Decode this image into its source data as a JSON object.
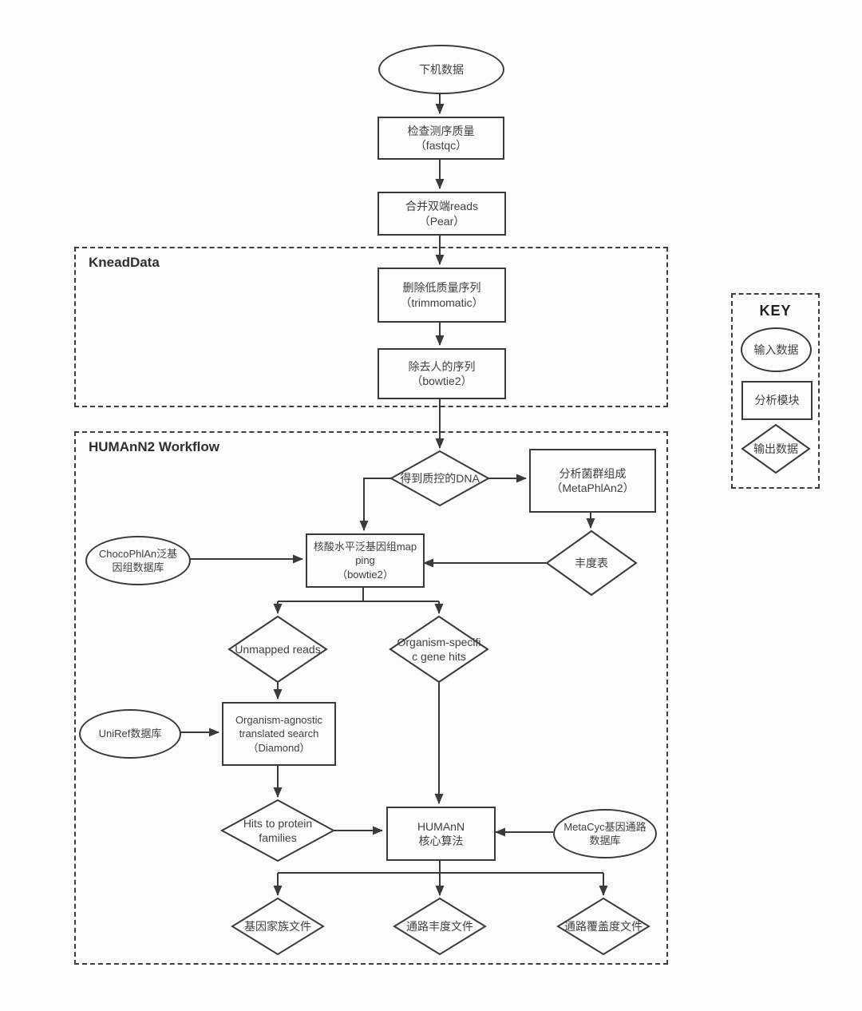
{
  "diagram": {
    "background_color": "#fcfcfc",
    "stroke_color": "#3a3a3a",
    "text_color": "#3f3f3f",
    "groups": {
      "kneaddata": {
        "label": "KneadData"
      },
      "humann2": {
        "label": "HUMAnN2 Workflow"
      }
    },
    "nodes": {
      "raw_data": {
        "shape": "ellipse",
        "role": "input-data",
        "label": "下机数据"
      },
      "fastqc": {
        "shape": "rect",
        "role": "analysis-module",
        "label": "检查测序质量\n（fastqc）"
      },
      "pear": {
        "shape": "rect",
        "role": "analysis-module",
        "label": "合并双端reads\n（Pear）"
      },
      "trimmomatic": {
        "shape": "rect",
        "role": "analysis-module",
        "label": "删除低质量序列\n（trimmomatic）"
      },
      "bowtie2": {
        "shape": "rect",
        "role": "analysis-module",
        "label": "除去人的序列\n（bowtie2）"
      },
      "qc_dna": {
        "shape": "diamond",
        "role": "output-data",
        "label": "得到质控的DNA"
      },
      "metaphlan2": {
        "shape": "rect",
        "role": "analysis-module",
        "label": "分析菌群组成\n（MetaPhlAn2）"
      },
      "abundance_table": {
        "shape": "diamond",
        "role": "output-data",
        "label": "丰度表"
      },
      "chocophlan": {
        "shape": "ellipse",
        "role": "input-data",
        "label": "ChocoPhlAn泛基\n因组数据库"
      },
      "mapping": {
        "shape": "rect",
        "role": "analysis-module",
        "label": "核酸水平泛基因组map\nping\n（bowtie2）"
      },
      "unmapped": {
        "shape": "diamond",
        "role": "output-data",
        "label": "Unmapped reads"
      },
      "org_specific": {
        "shape": "diamond",
        "role": "output-data",
        "label": "Organism-specifi\nc gene hits"
      },
      "uniref": {
        "shape": "ellipse",
        "role": "input-data",
        "label": "UniRef数据库"
      },
      "diamond_search": {
        "shape": "rect",
        "role": "analysis-module",
        "label": "Organism-agnostic\ntranslated search\n（Diamond）"
      },
      "hits_protein": {
        "shape": "diamond",
        "role": "output-data",
        "label": "Hits to protein\nfamilies"
      },
      "humann_core": {
        "shape": "rect",
        "role": "analysis-module",
        "label": "HUMAnN\n核心算法"
      },
      "metacyc": {
        "shape": "ellipse",
        "role": "input-data",
        "label": "MetaCyc基因通路\n数据库"
      },
      "gene_family": {
        "shape": "diamond",
        "role": "output-data",
        "label": "基因家族文件"
      },
      "pathway_abundance": {
        "shape": "diamond",
        "role": "output-data",
        "label": "通路丰度文件"
      },
      "pathway_coverage": {
        "shape": "diamond",
        "role": "output-data",
        "label": "通路覆盖度文件"
      }
    },
    "edges": [
      {
        "from": "raw_data",
        "to": "fastqc"
      },
      {
        "from": "fastqc",
        "to": "pear"
      },
      {
        "from": "pear",
        "to": "trimmomatic"
      },
      {
        "from": "trimmomatic",
        "to": "bowtie2"
      },
      {
        "from": "bowtie2",
        "to": "qc_dna"
      },
      {
        "from": "qc_dna",
        "to": "metaphlan2"
      },
      {
        "from": "qc_dna",
        "to": "mapping"
      },
      {
        "from": "metaphlan2",
        "to": "abundance_table"
      },
      {
        "from": "abundance_table",
        "to": "mapping"
      },
      {
        "from": "chocophlan",
        "to": "mapping"
      },
      {
        "from": "mapping",
        "to": "unmapped"
      },
      {
        "from": "mapping",
        "to": "org_specific"
      },
      {
        "from": "unmapped",
        "to": "diamond_search"
      },
      {
        "from": "uniref",
        "to": "diamond_search"
      },
      {
        "from": "diamond_search",
        "to": "hits_protein"
      },
      {
        "from": "hits_protein",
        "to": "humann_core"
      },
      {
        "from": "org_specific",
        "to": "humann_core"
      },
      {
        "from": "metacyc",
        "to": "humann_core"
      },
      {
        "from": "humann_core",
        "to": "gene_family"
      },
      {
        "from": "humann_core",
        "to": "pathway_abundance"
      },
      {
        "from": "humann_core",
        "to": "pathway_coverage"
      }
    ],
    "key": {
      "title": "KEY",
      "items": [
        {
          "shape": "ellipse",
          "label": "输入数据"
        },
        {
          "shape": "rect",
          "label": "分析模块"
        },
        {
          "shape": "diamond",
          "label": "输出数据"
        }
      ]
    }
  }
}
